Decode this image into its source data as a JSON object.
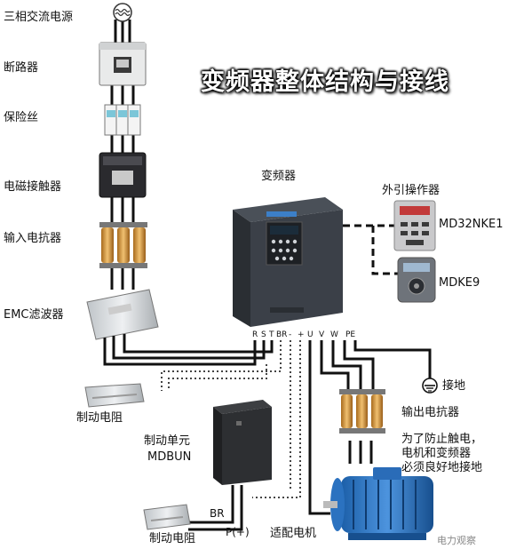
{
  "title": "变频器整体结构与接线",
  "left_chain": {
    "power_source": "三相交流电源",
    "breaker": "断路器",
    "fuse": "保险丝",
    "contactor": "电磁接触器",
    "input_reactor": "输入电抗器",
    "emc_filter": "EMC滤波器"
  },
  "inverter": {
    "label": "变频器",
    "terminals": [
      "R",
      "S",
      "T",
      "BR",
      "-",
      "+",
      "U",
      "V",
      "W",
      "PE"
    ]
  },
  "keypads": {
    "group_label": "外引操作器",
    "keypad1": "MD32NKE1",
    "keypad2": "MDKE9"
  },
  "ground": "接地",
  "output_reactor": "输出电抗器",
  "safety_note": [
    "为了防止触电，",
    "电机和变频器",
    "必须良好地接地"
  ],
  "brake_resistor_1": "制动电阻",
  "brake_unit": {
    "label": "制动单元",
    "model": "MDBUN",
    "terminal_br": "BR",
    "terminal_p": "P(+)"
  },
  "brake_resistor_2": "制动电阻",
  "motor": "适配电机",
  "watermark": "电力观察"
}
